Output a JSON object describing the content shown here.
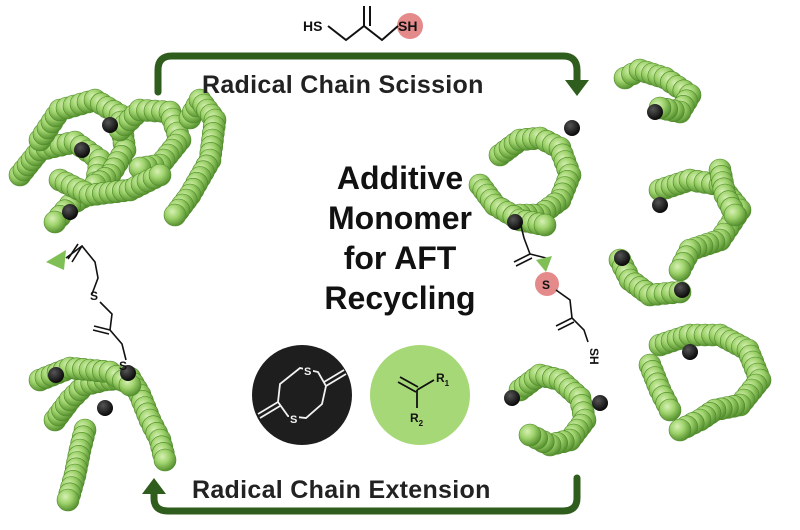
{
  "figure": {
    "title_lines": [
      "Additive",
      "Monomer",
      "for AFT",
      "Recycling"
    ],
    "top_step_label": "Radical Chain Scission",
    "bottom_step_label": "Radical Chain Extension"
  },
  "reagent": {
    "left_group": "HS",
    "right_group": "SH"
  },
  "cut_fragment": {
    "sulfur": "S",
    "thiol": "SH"
  },
  "linker": {
    "sulfur_a": "S",
    "sulfur_b": "S"
  },
  "cyclic_monomer": {
    "sulfur_top": "S",
    "sulfur_bottom": "S"
  },
  "vinyl_monomer": {
    "r1": "R",
    "r1_sub": "1",
    "r2": "R",
    "r2_sub": "2"
  },
  "colors": {
    "polymer_green": "#8cc65a",
    "highlight_red": "#e58a8a",
    "arrow_green": "#2f5d1d",
    "dark_circle": "#1e1e1e",
    "light_circle": "#a6d877"
  }
}
